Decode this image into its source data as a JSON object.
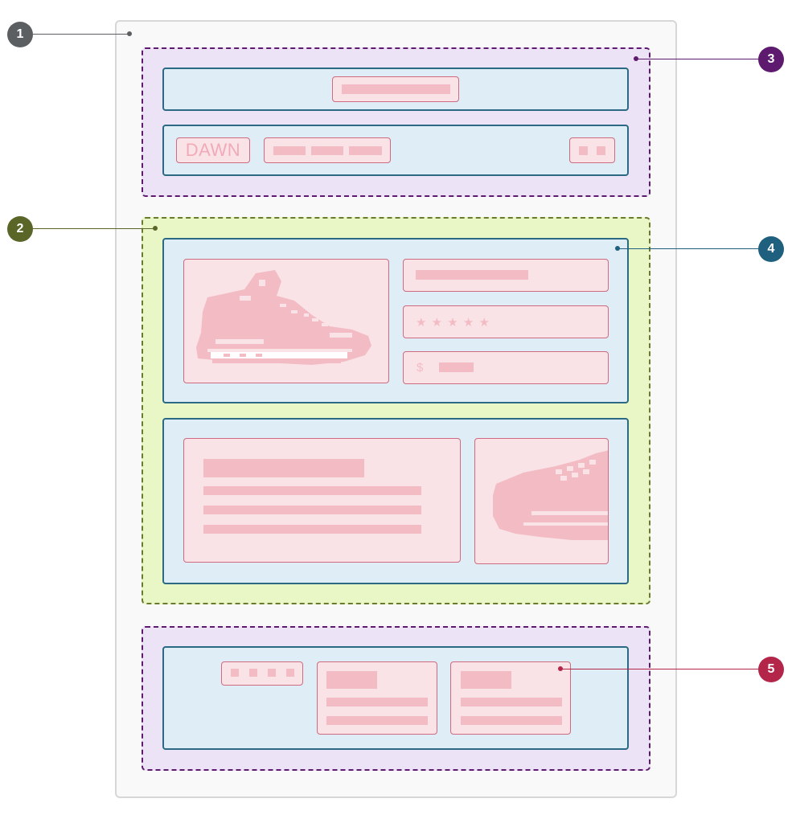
{
  "header": {
    "logo_text": "DAWN"
  },
  "product": {
    "currency_symbol": "$",
    "rating_glyphs": "★ ★ ★ ★ ★"
  },
  "markers": [
    {
      "label": "1",
      "color": "#5c5f62"
    },
    {
      "label": "2",
      "color": "#5a6628"
    },
    {
      "label": "3",
      "color": "#5d1a6e"
    },
    {
      "label": "4",
      "color": "#1f607e"
    },
    {
      "label": "5",
      "color": "#b3264a"
    }
  ]
}
